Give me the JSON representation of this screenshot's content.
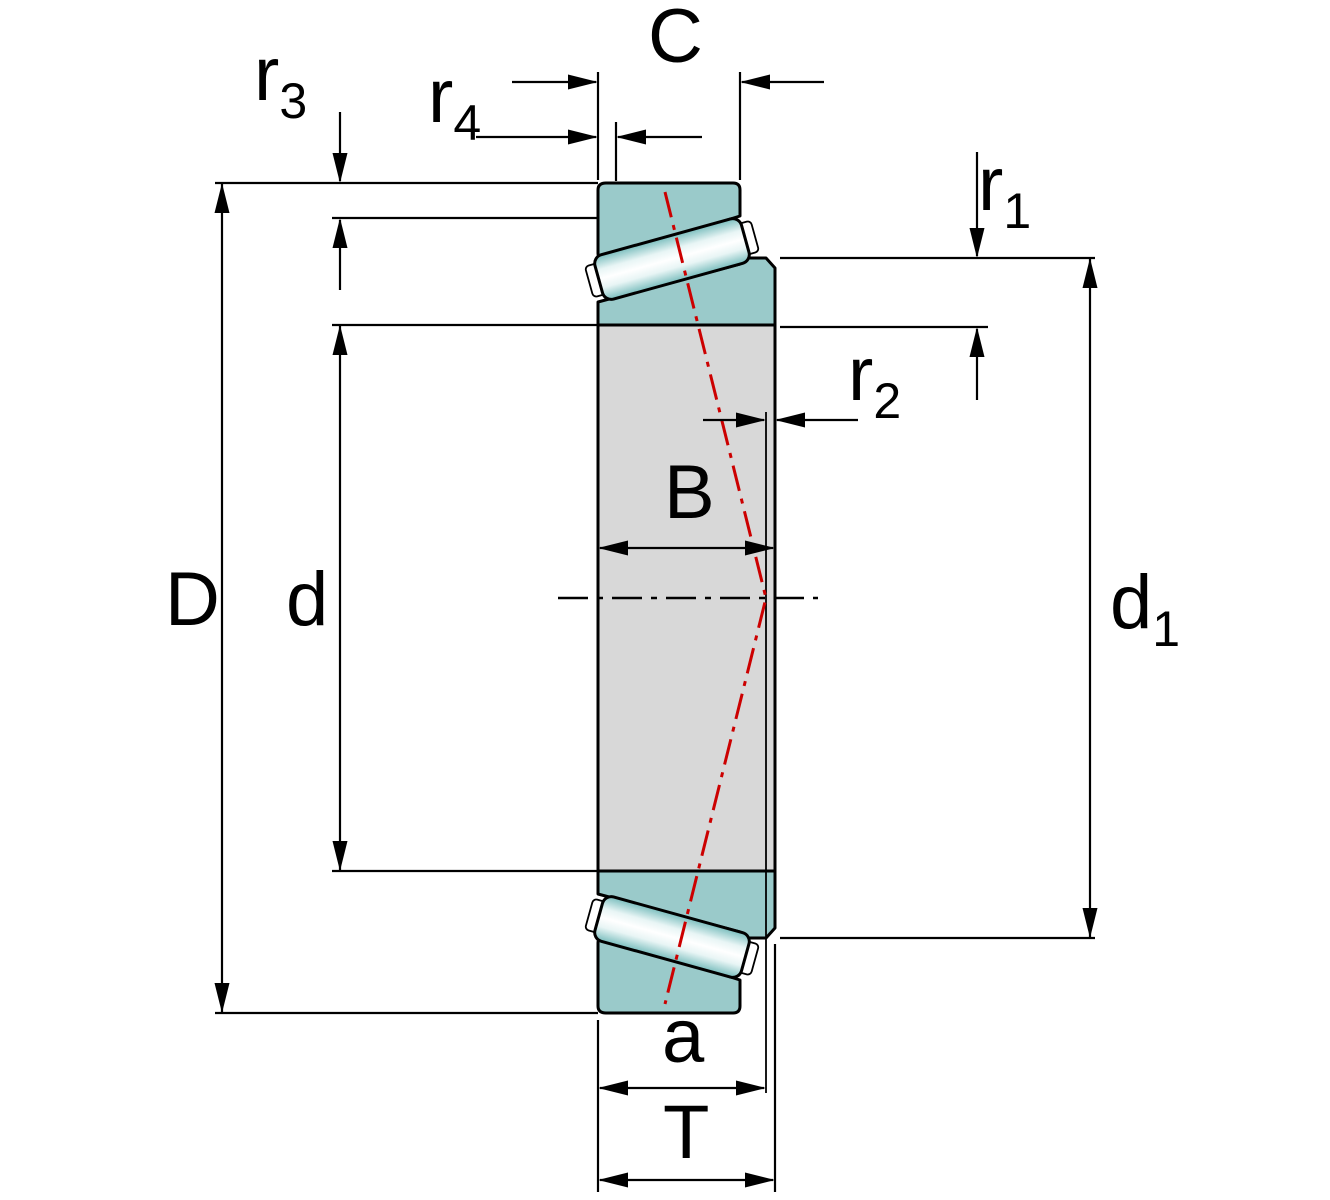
{
  "title": "Tapered roller bearing dimension drawing",
  "labels": {
    "D": "D",
    "d": "d",
    "d1": {
      "base": "d",
      "sub": "1"
    },
    "B": "B",
    "C": "C",
    "T": "T",
    "a": "a",
    "r1": {
      "base": "r",
      "sub": "1"
    },
    "r2": {
      "base": "r",
      "sub": "2"
    },
    "r3": {
      "base": "r",
      "sub": "3"
    },
    "r4": {
      "base": "r",
      "sub": "4"
    }
  },
  "colors": {
    "ring_teal": "#9acaca",
    "roller_edge_teal": "#79bdbd",
    "roller_highlight": "#ffffff",
    "bore_gray": "#d8d8d8",
    "outline_black": "#000000",
    "pressure_line_red": "#cc0000",
    "background": "#ffffff"
  }
}
